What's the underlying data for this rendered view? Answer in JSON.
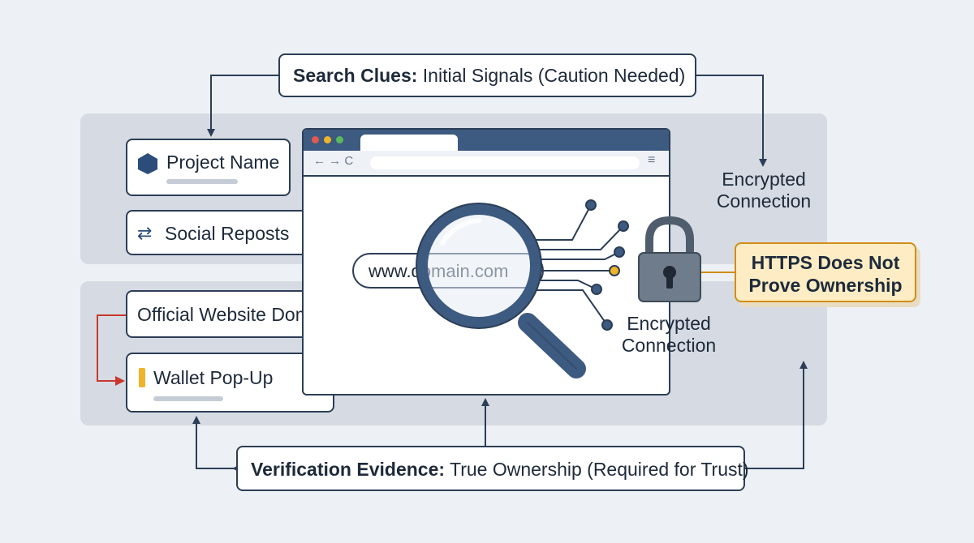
{
  "top_box": {
    "bold": "Search Clues:",
    "rest": " Initial Signals (Caution Needed)"
  },
  "bottom_box": {
    "bold": "Verification Evidence:",
    "rest": " True Ownership (Required for Trust)"
  },
  "left_items": {
    "project_name": "Project Name",
    "social_reposts": "Social Reposts",
    "official_domain": "Official Website Domain",
    "wallet_popup": "Wallet Pop-Up"
  },
  "browser": {
    "url": "www.domain.com",
    "nav_icons": "← → C",
    "menu_icon": "≡"
  },
  "encrypted_top": {
    "line1": "Encrypted",
    "line2": "Connection"
  },
  "encrypted_mid": {
    "line1": "Encrypted",
    "line2": "Connection"
  },
  "callout": {
    "line1": "HTTPS Does Not",
    "line2": "Prove Ownership"
  },
  "colors": {
    "navy": "#2c3e57",
    "browser_header": "#3d5a80",
    "warning_fill": "#fdecc4",
    "warning_border": "#d08e18",
    "red_arrow": "#c8382c",
    "accent_yellow": "#f0b429"
  }
}
